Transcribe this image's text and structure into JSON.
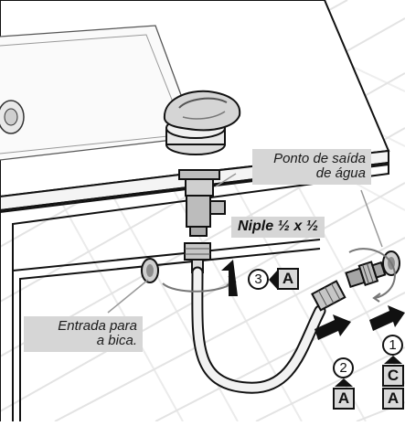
{
  "callouts": {
    "water_outlet": "Ponto de saída\nde água",
    "nipple": "Niple ½ x ½",
    "inlet": "Entrada para\na bica."
  },
  "steps": {
    "step3_number": "3",
    "step3_letter": "A",
    "step2_number": "2",
    "step2_letter": "A",
    "step1_number": "1",
    "step1_letter_top": "C",
    "step1_letter_bottom": "A"
  },
  "colors": {
    "line": "#111111",
    "callout_bg": "#d6d6d6",
    "box_bg": "#d9d9d9",
    "hose": "#f2f2f2",
    "metal": "#bdbdbd",
    "wall_texture": "#e6e6e6"
  }
}
